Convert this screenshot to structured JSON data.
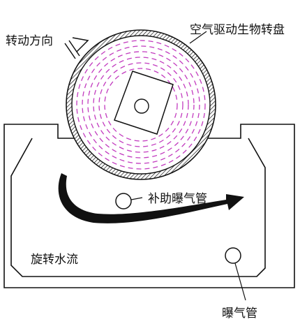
{
  "labels": {
    "rotation_direction": "转动方向",
    "air_driven_disc": "空气驱动生物转盘",
    "aux_aeration_pipe": "补助曝气管",
    "rotating_flow": "旋转水流",
    "aeration_pipe": "曝气管"
  },
  "colors": {
    "line": "#111111",
    "biofilm_dash": "#c23bbf",
    "background": "#ffffff"
  }
}
